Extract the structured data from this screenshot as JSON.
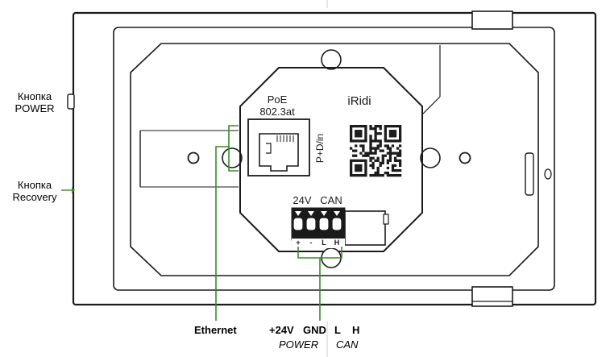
{
  "labels": {
    "power_button": [
      "Кнопка",
      "POWER"
    ],
    "recovery_button": [
      "Кнопка",
      "Recovery"
    ],
    "ethernet": "Ethernet",
    "plus24v": "+24V",
    "gnd": "GND",
    "l": "L",
    "h": "H",
    "power_group": "POWER",
    "can_group": "CAN"
  },
  "device": {
    "poe_line1": "PoE",
    "poe_line2": "802.3at",
    "brand": "iRidi",
    "port_label": "P+D/in",
    "v24_label": "24V",
    "can_label": "CAN",
    "pin_labels": [
      "+",
      "-",
      "L",
      "H"
    ]
  },
  "colors": {
    "outline": "#1a1a1a",
    "leader_green": "#3a8a2a"
  }
}
